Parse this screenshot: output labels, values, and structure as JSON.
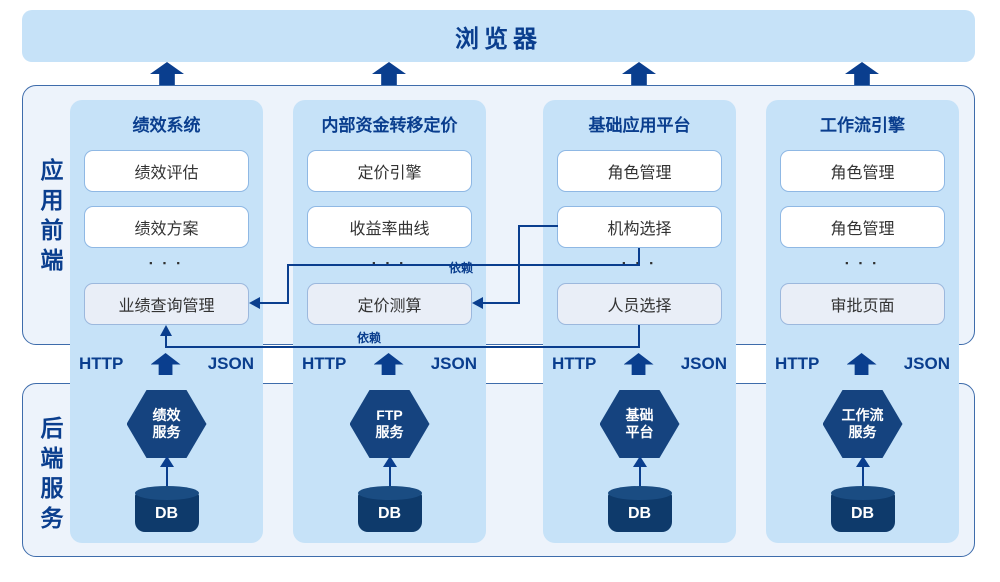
{
  "browser_bar": {
    "label": "浏览器"
  },
  "frontend_section": {
    "label": "应用前端"
  },
  "backend_section": {
    "label": "后端服务"
  },
  "ellipsis": "▪ ▪ ▪",
  "columns": [
    {
      "title": "绩效系统",
      "modules": [
        "绩效评估",
        "绩效方案"
      ],
      "feature_module": "业绩查询管理",
      "protocol_left": "HTTP",
      "protocol_right": "JSON",
      "service_lines": [
        "绩效",
        "服务"
      ],
      "database_label": "DB"
    },
    {
      "title": "内部资金转移定价",
      "modules": [
        "定价引擎",
        "收益率曲线"
      ],
      "feature_module": "定价测算",
      "protocol_left": "HTTP",
      "protocol_right": "JSON",
      "service_lines": [
        "FTP",
        "服务"
      ],
      "database_label": "DB"
    },
    {
      "title": "基础应用平台",
      "modules": [
        "角色管理",
        "机构选择"
      ],
      "feature_module": "人员选择",
      "protocol_left": "HTTP",
      "protocol_right": "JSON",
      "service_lines": [
        "基础",
        "平台"
      ],
      "database_label": "DB"
    },
    {
      "title": "工作流引擎",
      "modules": [
        "角色管理",
        "角色管理"
      ],
      "feature_module": "审批页面",
      "protocol_left": "HTTP",
      "protocol_right": "JSON",
      "service_lines": [
        "工作流",
        "服务"
      ],
      "database_label": "DB"
    }
  ],
  "dependencies": [
    {
      "from": "机构选择",
      "to": "定价测算",
      "label": "依赖"
    },
    {
      "from": "机构选择",
      "to": "业绩查询管理",
      "label": ""
    },
    {
      "from": "人员选择",
      "to": "业绩查询管理",
      "label": "依赖"
    }
  ],
  "colors": {
    "navy": "#0a3e8e",
    "strip_blue": "#c6e2f8",
    "panel_bg": "#edf3fb",
    "panel_border": "#3e6cab",
    "module_bg": "#ffffff",
    "feature_module_bg": "#e9eef7",
    "hexagon": "#15437f",
    "db_body": "#0e3a6b",
    "db_top": "#1a4c82"
  }
}
